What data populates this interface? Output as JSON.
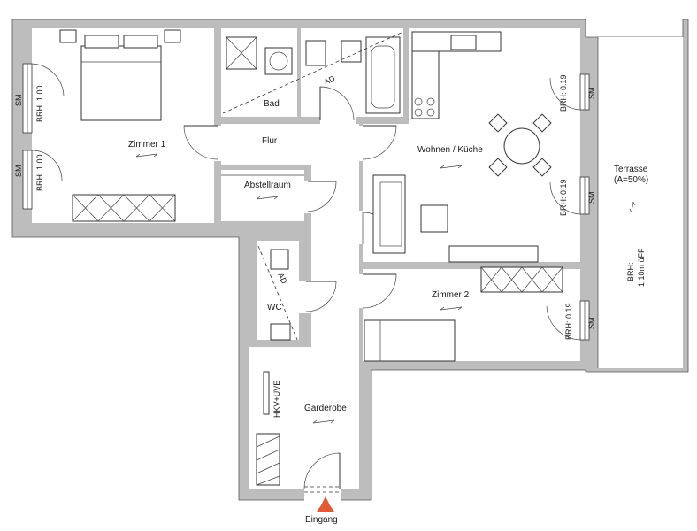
{
  "rooms": {
    "zimmer1": "Zimmer 1",
    "bad": "Bad",
    "flur": "Flur",
    "abstellraum": "Abstellraum",
    "wohnen": "Wohnen / Küche",
    "terrasse_name": "Terrasse",
    "terrasse_area": "(A=50%)",
    "zimmer2": "Zimmer 2",
    "wc": "WC",
    "garderobe": "Garderobe",
    "eingang": "Eingang"
  },
  "annotations": {
    "sm": "SM",
    "brh_100": "BRH: 1.00",
    "brh_019": "BRH: 0.19",
    "ad": "AD",
    "hkv": "HKV+UVE",
    "terrace_brh": "BRH:",
    "terrace_brh_value": "1.10m üFF"
  },
  "colors": {
    "wall": "#bdbdbd",
    "entrance_marker": "#e05a35"
  }
}
